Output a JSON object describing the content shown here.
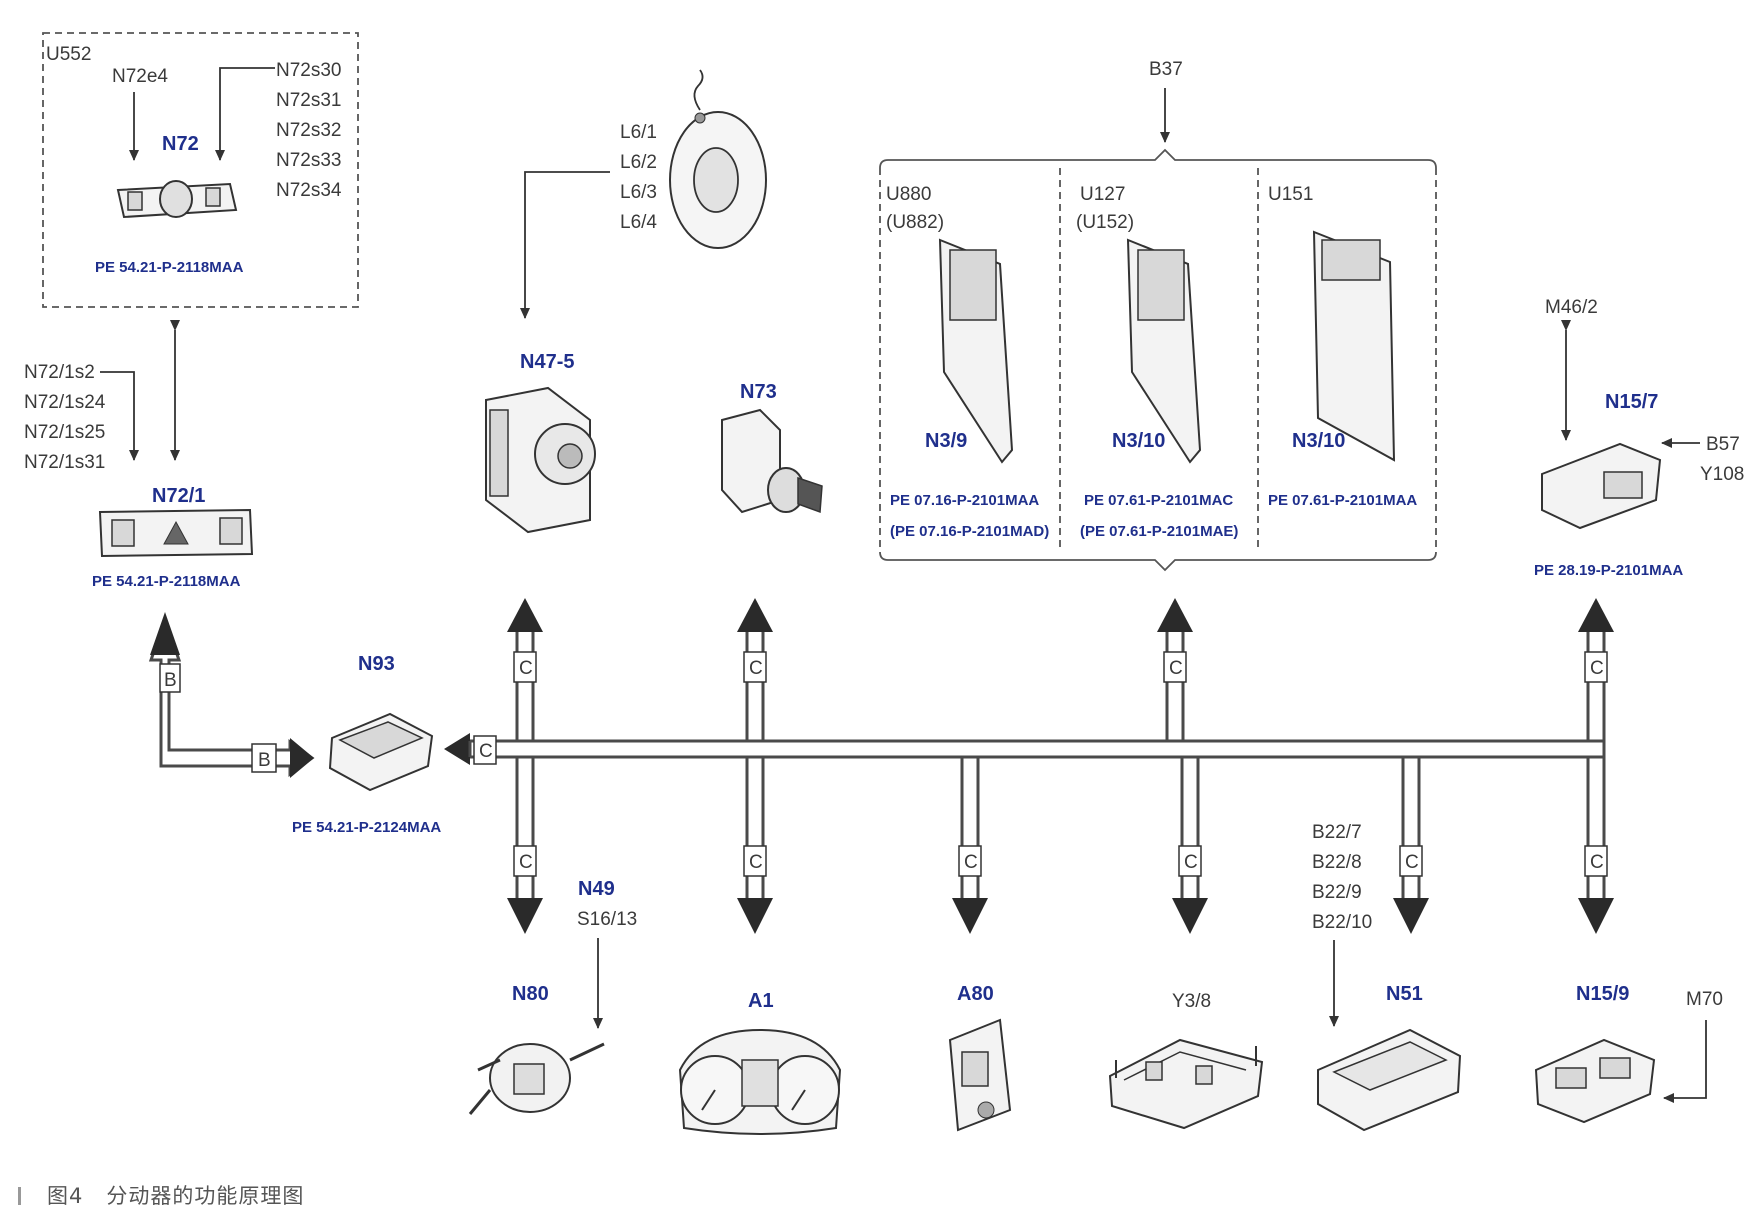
{
  "caption": {
    "figure_number": "图4",
    "title": "分动器的功能原理图"
  },
  "bus_labels": {
    "b": "B",
    "c": "C"
  },
  "components": {
    "u552": {
      "group": "U552",
      "left_input": "N72e4",
      "right_inputs": [
        "N72s30",
        "N72s31",
        "N72s32",
        "N72s33",
        "N72s34"
      ],
      "name": "N72",
      "ref": "PE 54.21-P-2118MAA"
    },
    "n72_1": {
      "inputs": [
        "N72/1s2",
        "N72/1s24",
        "N72/1s25",
        "N72/1s31"
      ],
      "name": "N72/1",
      "ref": "PE 54.21-P-2118MAA"
    },
    "n93": {
      "name": "N93",
      "ref": "PE 54.21-P-2124MAA"
    },
    "n47_5": {
      "name": "N47-5",
      "inputs": [
        "L6/1",
        "L6/2",
        "L6/3",
        "L6/4"
      ]
    },
    "n73": {
      "name": "N73"
    },
    "b37": {
      "label": "B37"
    },
    "engine_modules": [
      {
        "group": "U880",
        "group_alt": "(U882)",
        "name": "N3/9",
        "refs": [
          "PE 07.16-P-2101MAA",
          "(PE 07.16-P-2101MAD)"
        ]
      },
      {
        "group": "U127",
        "group_alt": "(U152)",
        "name": "N3/10",
        "refs": [
          "PE 07.61-P-2101MAC",
          "(PE 07.61-P-2101MAE)"
        ]
      },
      {
        "group": "U151",
        "name": "N3/10",
        "refs": [
          "PE 07.61-P-2101MAA"
        ]
      }
    ],
    "n15_7": {
      "name": "N15/7",
      "top_input": "M46/2",
      "right_inputs": [
        "B57",
        "Y108"
      ],
      "ref": "PE 28.19-P-2101MAA"
    },
    "n80": {
      "name": "N80",
      "aux": [
        "N49",
        "S16/13"
      ]
    },
    "a1": {
      "name": "A1"
    },
    "a80": {
      "name": "A80"
    },
    "y3_8": {
      "name": "Y3/8"
    },
    "n51": {
      "name": "N51",
      "inputs": [
        "B22/7",
        "B22/8",
        "B22/9",
        "B22/10"
      ]
    },
    "n15_9": {
      "name": "N15/9",
      "input": "M70"
    }
  },
  "colors": {
    "label_blue": "#1f2f8c",
    "line": "#4a4a4a",
    "text": "#3a3a3a"
  }
}
